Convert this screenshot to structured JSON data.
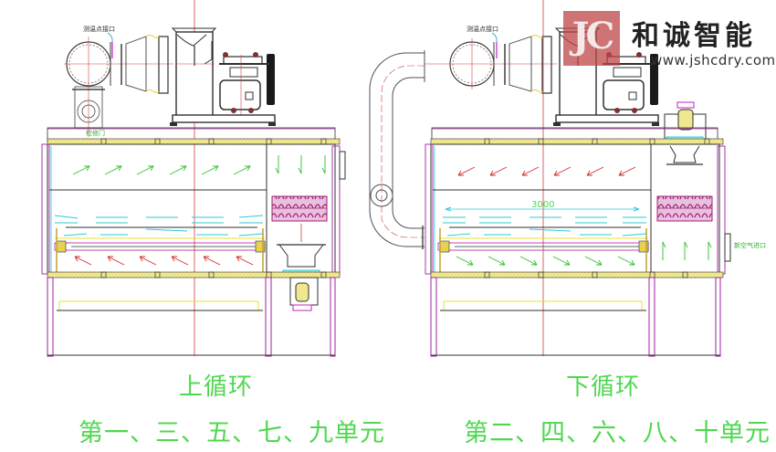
{
  "brand": {
    "mark": "JC",
    "name": "和诚智能",
    "url": "www.jshcdry.com",
    "mark_color": "#be4646"
  },
  "colors": {
    "caption": "#4fd84f",
    "centerline": "#d04040",
    "frame": "#404040",
    "magenta": "#a020a0",
    "yellow": "#e8e030",
    "cyan": "#30c8d8",
    "arrow_green": "#30c030",
    "arrow_red": "#d03030"
  },
  "drawings": [
    {
      "id": "upper-circulation",
      "title": "上循环",
      "units": "第一、三、五、七、九单元",
      "labels": {
        "measure_port": "测温点接口",
        "access_port": "检修门"
      },
      "airflow_top": "up-right",
      "airflow_bottom": "up-left"
    },
    {
      "id": "lower-circulation",
      "title": "下循环",
      "units": "第二、四、六、八、十单元",
      "labels": {
        "measure_port": "测温点接口",
        "dimension": "3000",
        "fresh_air_port": "新空气进口"
      },
      "airflow_top": "down-left",
      "airflow_bottom": "down-right"
    }
  ]
}
